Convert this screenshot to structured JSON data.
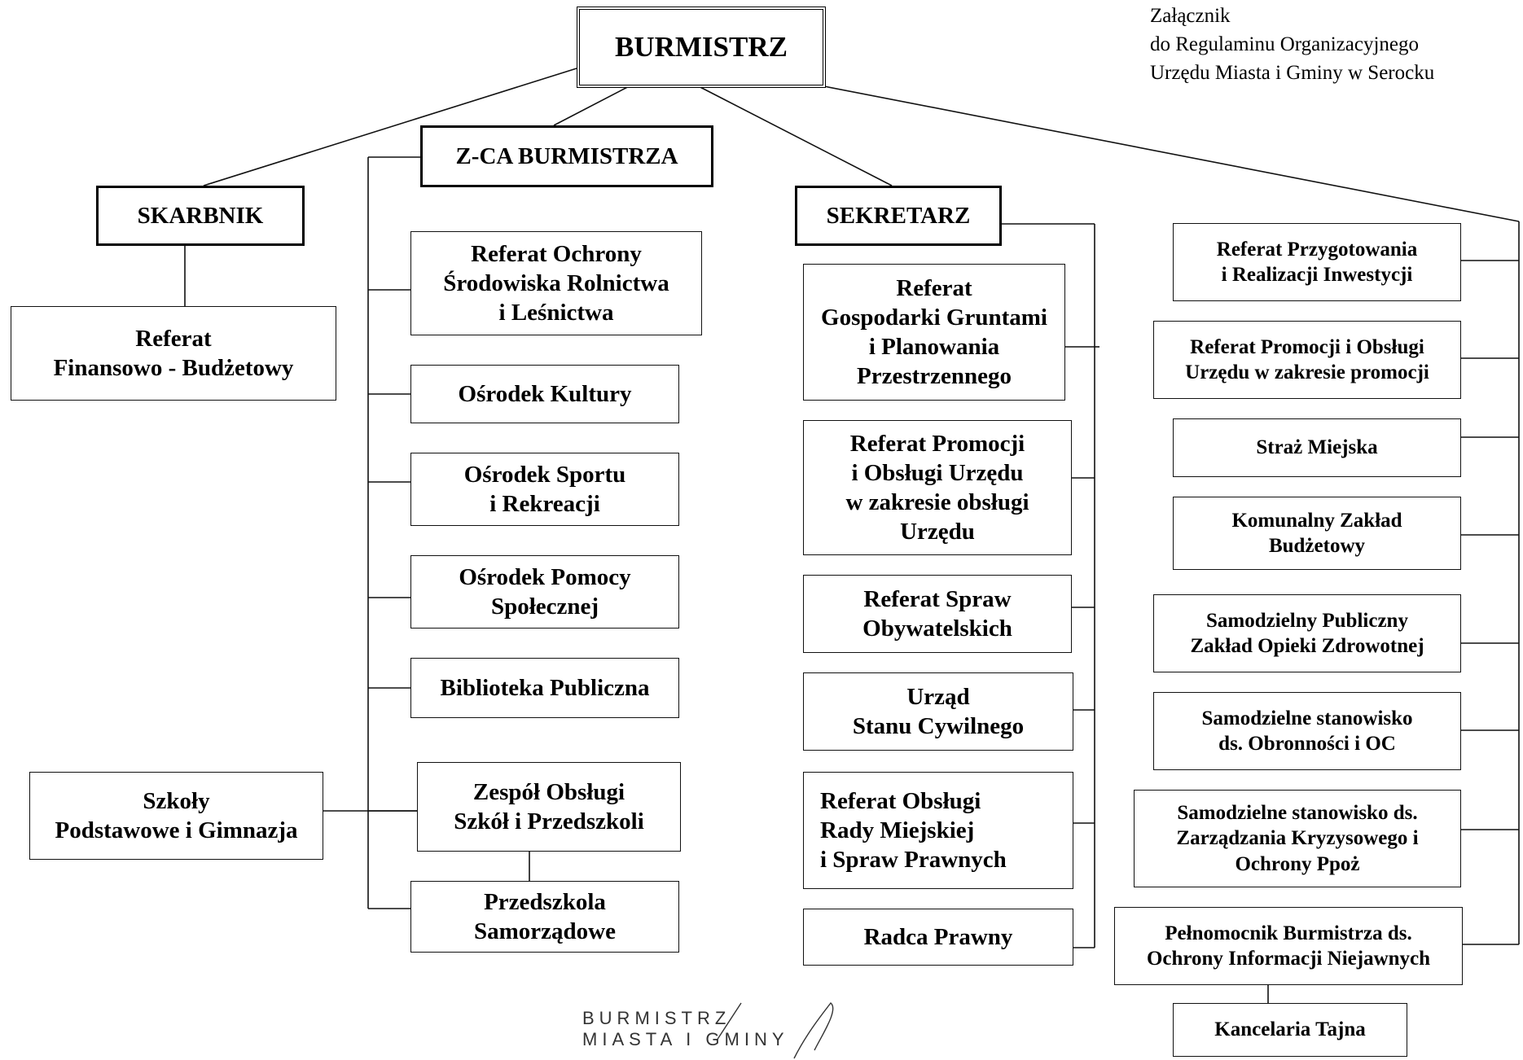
{
  "annex": "Załącznik\ndo Regulaminu Organizacyjnego\nUrzędu Miasta i Gminy w Serocku",
  "stamp": "BURMISTRZ\nMIASTA I GMINY",
  "units": {
    "burmistrz": "BURMISTRZ",
    "zca": "Z-CA BURMISTRZA",
    "skarbnik": "SKARBNIK",
    "sekretarz": "SEKRETARZ",
    "ref_fin": "Referat\nFinansowo - Budżetowy",
    "ref_ochr": "Referat Ochrony\nŚrodowiska Rolnictwa\ni Leśnictwa",
    "osr_kult": "Ośrodek Kultury",
    "osr_sport": "Ośrodek Sportu\ni Rekreacji",
    "osr_pom": "Ośrodek Pomocy\nSpołecznej",
    "bibl": "Biblioteka Publiczna",
    "zesp": "Zespół Obsługi\nSzkół i Przedszkoli",
    "przedsz": "Przedszkola\nSamorządowe",
    "szkoly": "Szkoły\nPodstawowe i Gimnazja",
    "ref_gosp": "Referat\nGospodarki Gruntami\ni Planowania\nPrzestrzennego",
    "ref_prom_obsl": "Referat Promocji\ni Obsługi Urzędu\nw zakresie obsługi\nUrzędu",
    "ref_spraw": "Referat Spraw\nObywatelskich",
    "usc": "Urząd\nStanu Cywilnego",
    "ref_rady": "Referat Obsługi\nRady Miejskiej\ni Spraw Prawnych",
    "radca": "Radca Prawny",
    "ref_inw": "Referat Przygotowania\ni Realizacji Inwestycji",
    "ref_prom": "Referat Promocji i Obsługi\nUrzędu w zakresie promocji",
    "straz": "Straż Miejska",
    "kzb": "Komunalny Zakład\nBudżetowy",
    "spzoz": "Samodzielny Publiczny\nZakład Opieki Zdrowotnej",
    "obron": "Samodzielne stanowisko\nds. Obronności i OC",
    "kryzys": "Samodzielne stanowisko ds.\nZarządzania Kryzysowego i\nOchrony Ppoż",
    "pelnom": "Pełnomocnik Burmistrza ds.\nOchrony Informacji Niejawnych",
    "kancel": "Kancelaria Tajna"
  }
}
